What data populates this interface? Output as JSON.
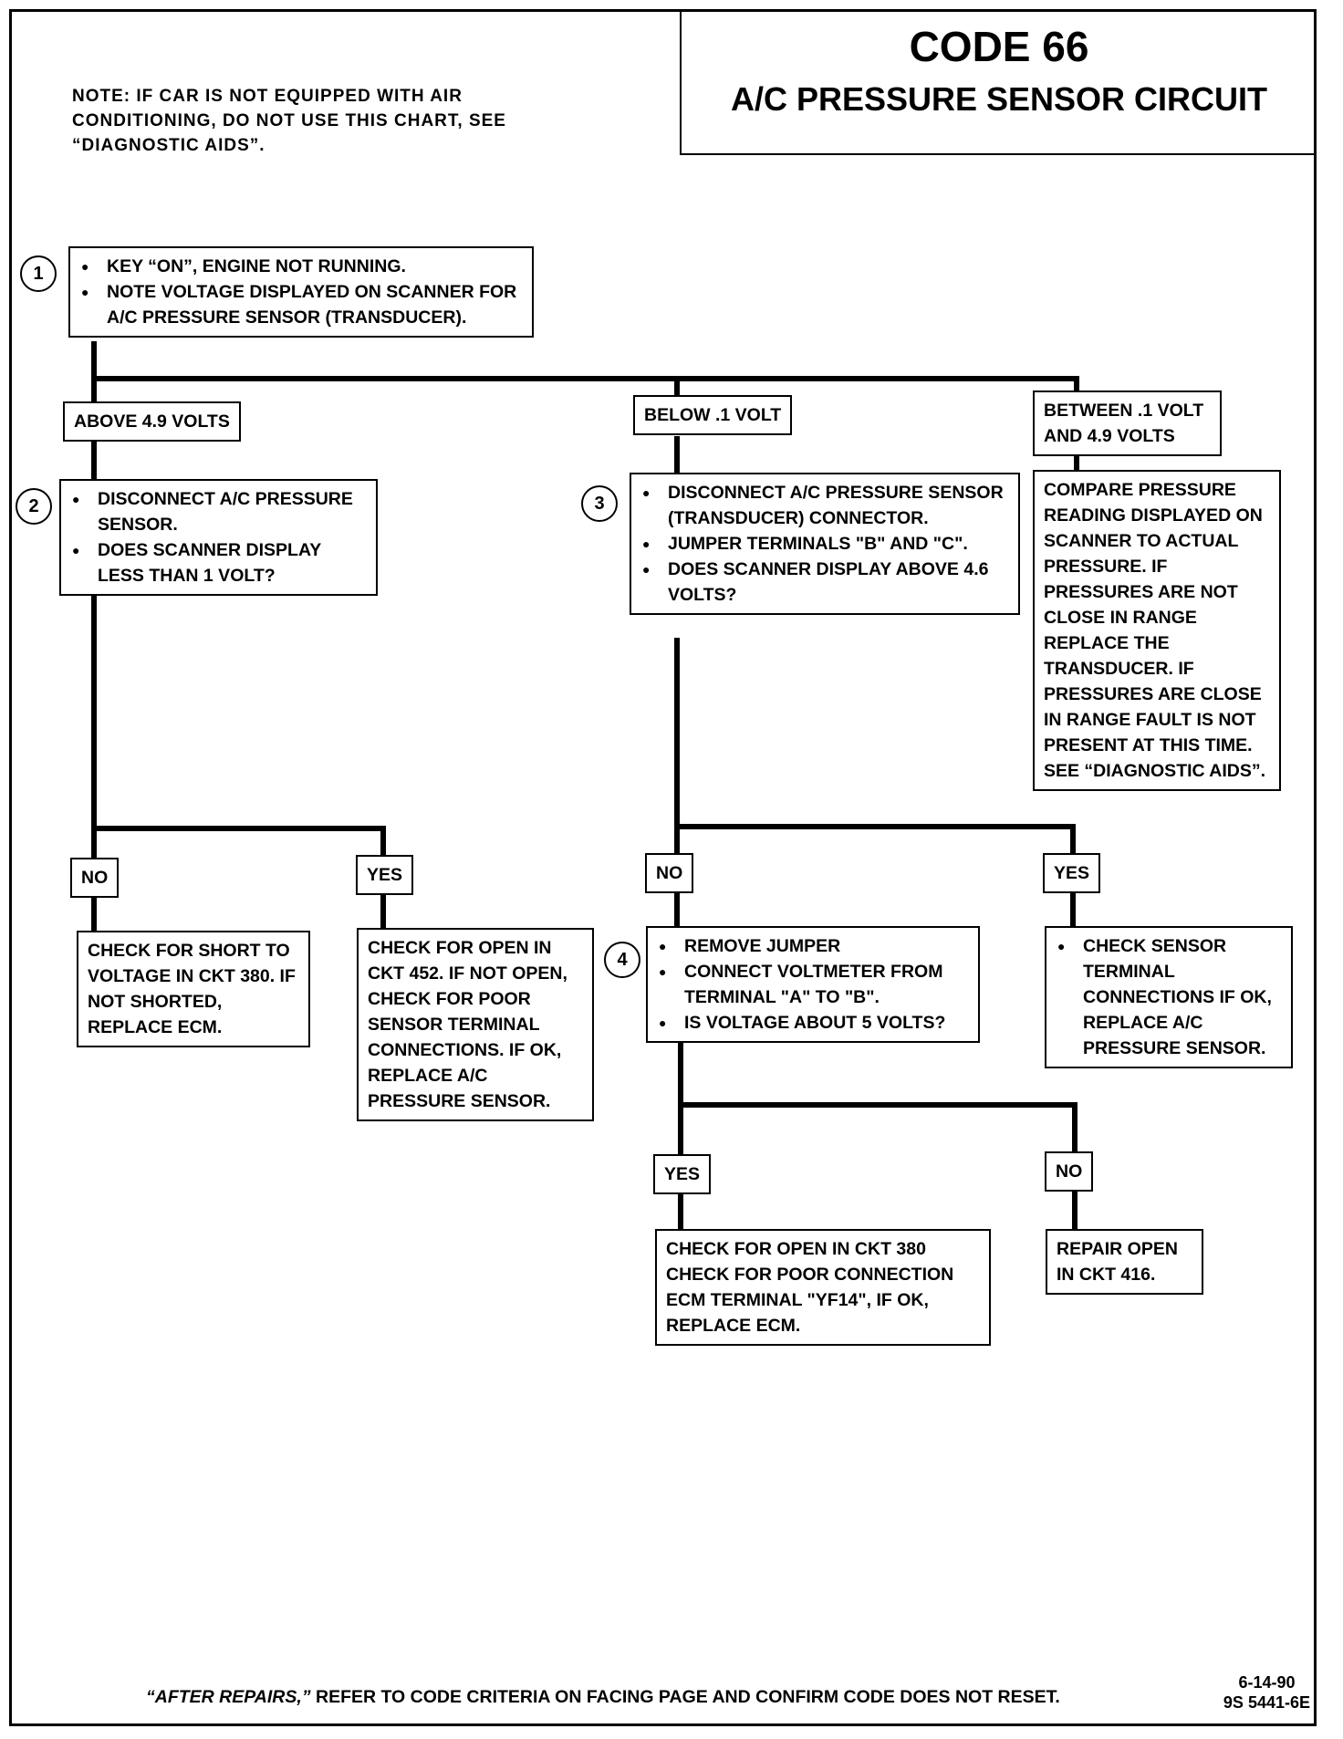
{
  "title": {
    "code": "CODE 66",
    "subtitle": "A/C PRESSURE SENSOR CIRCUIT"
  },
  "note": "NOTE:  IF CAR IS NOT EQUIPPED WITH AIR CONDITIONING, DO NOT USE THIS CHART, SEE “DIAGNOSTIC AIDS”.",
  "steps": {
    "step1": {
      "number": "1",
      "bullets": [
        "KEY “ON”, ENGINE NOT RUNNING.",
        "NOTE VOLTAGE DISPLAYED ON SCANNER FOR A/C PRESSURE SENSOR (TRANSDUCER)."
      ]
    },
    "step2": {
      "number": "2",
      "bullets": [
        "DISCONNECT A/C PRESSURE SENSOR.",
        "DOES SCANNER DISPLAY LESS THAN 1 VOLT?"
      ]
    },
    "step3": {
      "number": "3",
      "bullets": [
        "DISCONNECT A/C PRESSURE SENSOR (TRANSDUCER) CONNECTOR.",
        "JUMPER TERMINALS \"B\" AND \"C\".",
        "DOES SCANNER DISPLAY ABOVE 4.6 VOLTS?"
      ]
    },
    "step4": {
      "number": "4",
      "bullets": [
        "REMOVE JUMPER",
        "CONNECT VOLTMETER FROM TERMINAL \"A\" TO \"B\".",
        "IS VOLTAGE ABOUT 5 VOLTS?"
      ]
    }
  },
  "branches": {
    "above": "ABOVE 4.9 VOLTS",
    "below": "BELOW .1 VOLT",
    "between": "BETWEEN .1 VOLT AND 4.9 VOLTS"
  },
  "answers": {
    "no": "NO",
    "yes": "YES"
  },
  "results": {
    "compare": "COMPARE PRESSURE READING DISPLAYED ON SCANNER TO ACTUAL  PRESSURE.  IF PRESSURES ARE NOT CLOSE IN RANGE REPLACE THE TRANSDUCER.  IF PRESSURES ARE CLOSE IN RANGE FAULT IS NOT PRESENT AT THIS TIME.  SEE “DIAGNOSTIC AIDS”.",
    "short_to_voltage": "CHECK FOR SHORT TO VOLTAGE IN CKT 380. IF NOT SHORTED, REPLACE ECM.",
    "open_ckt452": "CHECK FOR OPEN IN CKT 452.  IF NOT OPEN, CHECK FOR POOR SENSOR TERMINAL CONNECTIONS.  IF OK, REPLACE A/C PRESSURE SENSOR.",
    "sensor_terminal": "CHECK SENSOR TERMINAL CONNECTIONS IF OK, REPLACE A/C PRESSURE SENSOR.",
    "open_ckt380": "CHECK FOR OPEN IN CKT 380 CHECK FOR POOR CONNECTION ECM TERMINAL \"YF14\", IF OK, REPLACE ECM.",
    "repair_ckt416": "REPAIR OPEN IN CKT 416."
  },
  "footer": {
    "emphasis": "“AFTER REPAIRS,”",
    "text": " REFER TO CODE CRITERIA ON FACING PAGE AND CONFIRM CODE DOES NOT RESET."
  },
  "revision": {
    "date": "6-14-90",
    "doc_id": "9S 5441-6E"
  }
}
